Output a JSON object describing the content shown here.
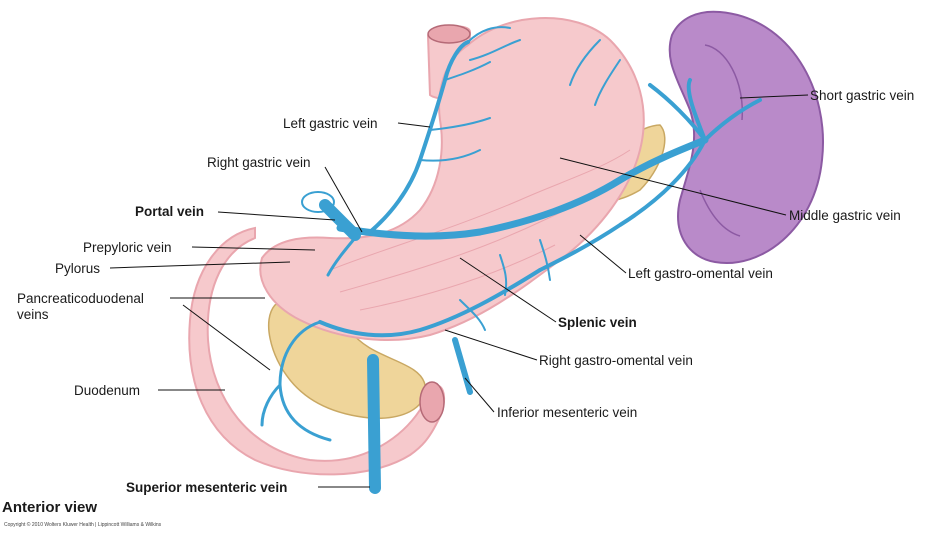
{
  "view_title": "Anterior view",
  "copyright": "Copyright © 2010 Wolters Kluwer Health | Lippincott Williams & Wilkins",
  "colors": {
    "vein": "#3aa0d2",
    "vein_dark": "#1d6f9a",
    "stomach": "#f6c9cc",
    "stomach_dark": "#e9a6ae",
    "spleen": "#b98ac9",
    "spleen_dark": "#8c5aa3",
    "pancreas": "#efd59a",
    "pancreas_dark": "#c9a863"
  },
  "labels": {
    "left_gastric": "Left gastric vein",
    "right_gastric": "Right gastric vein",
    "portal": "Portal vein",
    "prepyloric": "Prepyloric vein",
    "pylorus": "Pylorus",
    "pancreaticoduodenal_line1": "Pancreaticoduodenal",
    "pancreaticoduodenal_line2": "veins",
    "duodenum": "Duodenum",
    "superior_mesenteric": "Superior mesenteric vein",
    "short_gastric": "Short gastric vein",
    "middle_gastric": "Middle gastric vein",
    "left_gastro_omental": "Left gastro-omental vein",
    "splenic": "Splenic vein",
    "right_gastro_omental": "Right gastro-omental vein",
    "inferior_mesenteric": "Inferior mesenteric vein"
  }
}
